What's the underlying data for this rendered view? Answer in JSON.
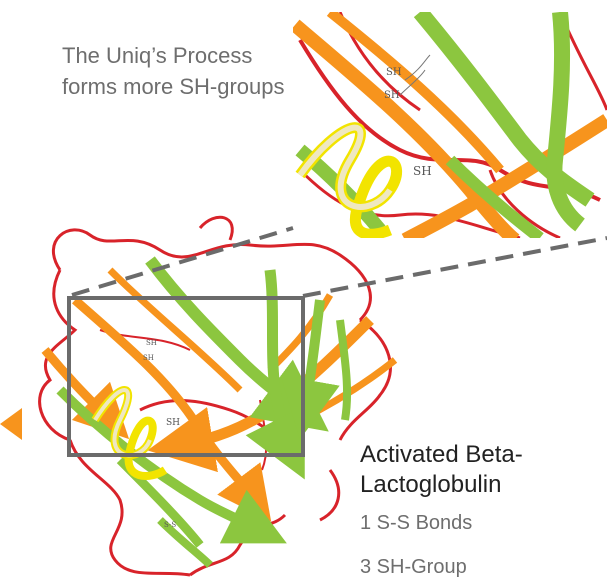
{
  "top_caption": "The Uniq’s Process forms more SH-groups",
  "main_title": "Activated Beta-Lactoglobulin",
  "stats": {
    "ss_bonds": "1 S-S Bonds",
    "sh_groups": "3 SH-Group"
  },
  "zoom_labels": [
    "SH",
    "SH",
    "SH"
  ],
  "protein_labels": [
    "SH",
    "SH",
    "SH",
    "S-S"
  ],
  "colors": {
    "coil": "#d8232a",
    "strand_green": "#8cc63f",
    "strand_orange": "#f7941d",
    "helix": "#f2e400",
    "frame": "#6b6b6b",
    "arrow": "#f7941d"
  }
}
